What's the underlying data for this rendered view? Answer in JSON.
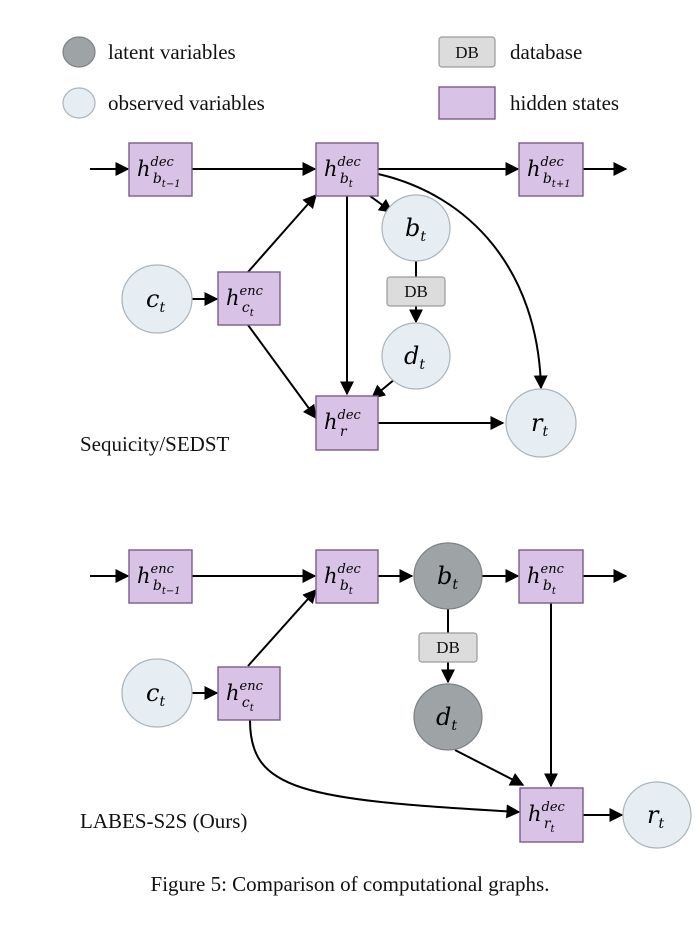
{
  "legend": {
    "latent_label": "latent variables",
    "observed_label": "observed variables",
    "db_badge": "DB",
    "db_label": "database",
    "hidden_label": "hidden states"
  },
  "graph1": {
    "title": "Sequicity/SEDST",
    "db_label": "DB"
  },
  "graph2": {
    "title": "LABES-S2S (Ours)",
    "db_label": "DB"
  },
  "caption": "Figure 5: Comparison of computational graphs.",
  "colors": {
    "hidden_state": "#d8c3e6",
    "observed": "#e7eef3",
    "latent": "#9ea3a6",
    "database": "#dcdcdc"
  }
}
